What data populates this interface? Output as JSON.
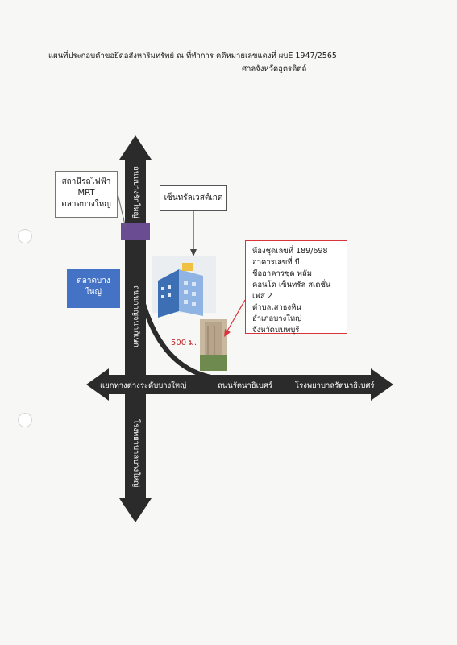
{
  "header": {
    "line1": "แผนที่ประกอบคำขอยึดอสังหาริมทรัพย์ ณ ที่ทำการ คดีหมายเลขแดงที่ ผบE 1947/2565",
    "line2": "ศาลจังหวัดอุตรดิตถ์"
  },
  "roads": {
    "north": "ถนนบางรักใหญ่",
    "central": "ถนนกาญจนาภิเษก",
    "west": "แยกทางต่างระดับบางใหญ่",
    "east_inner": "ถนนรัตนาธิเบศร์",
    "east_outer": "โรงพยาบาลรัตนาธิเบศร์",
    "south": "โรงพยาบาลบางใหญ่"
  },
  "landmarks": {
    "station": [
      "สถานีรถไฟฟ้า",
      "MRT",
      "ตลาดบางใหญ่"
    ],
    "mall": "เซ็นทรัลเวสต์เกต",
    "market": [
      "ตลาดบาง",
      "ใหญ่"
    ]
  },
  "property": {
    "lines": [
      "ห้องชุดเลขที่ 189/698",
      "อาคารเลขที่ บี",
      "ชื่ออาคารชุด พลัม",
      "คอนโด เซ็นทรัล สเตชั่น",
      "เฟส 2",
      "ตำบลเสาธงหิน",
      "อำเภอบางใหญ่",
      "จังหวัดนนทบุรี"
    ]
  },
  "distance": "500 ม.",
  "colors": {
    "road": "#2b2b2b",
    "station_marker": "#6a4c93",
    "market_fill": "#4472c4",
    "property_border": "#d9343a",
    "distance_text": "#c0292e"
  }
}
